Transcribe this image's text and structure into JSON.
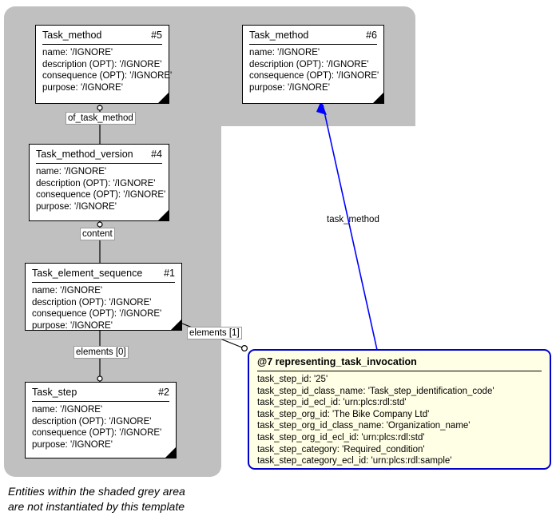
{
  "diagram": {
    "title": "Task method instantiation diagram",
    "shaded_area_color": "#c0c0c0",
    "note_fill_color": "#ffffe6",
    "note_border_color": "#0000cc",
    "arrow_color": "#0000ff",
    "caption_line1": "Entities within the shaded grey area",
    "caption_line2": "are not instantiated by this template"
  },
  "entities": [
    {
      "name": "Task_method",
      "id": "#5",
      "attrs": [
        "name: '/IGNORE'",
        "description (OPT): '/IGNORE'",
        "consequence (OPT): '/IGNORE'",
        "purpose: '/IGNORE'"
      ]
    },
    {
      "name": "Task_method",
      "id": "#6",
      "attrs": [
        "name: '/IGNORE'",
        "description (OPT): '/IGNORE'",
        "consequence (OPT): '/IGNORE'",
        "purpose: '/IGNORE'"
      ]
    },
    {
      "name": "Task_method_version",
      "id": "#4",
      "attrs": [
        "name: '/IGNORE'",
        "description (OPT): '/IGNORE'",
        "consequence (OPT): '/IGNORE'",
        "purpose: '/IGNORE'"
      ]
    },
    {
      "name": "Task_element_sequence",
      "id": "#1",
      "attrs": [
        "name: '/IGNORE'",
        "description (OPT): '/IGNORE'",
        "consequence (OPT): '/IGNORE'",
        "purpose: '/IGNORE'"
      ]
    },
    {
      "name": "Task_step",
      "id": "#2",
      "attrs": [
        "name: '/IGNORE'",
        "description (OPT): '/IGNORE'",
        "consequence (OPT): '/IGNORE'",
        "purpose: '/IGNORE'"
      ]
    }
  ],
  "note": {
    "header": "@7 representing_task_invocation",
    "attrs": [
      "task_step_id: '25'",
      "task_step_id_class_name: 'Task_step_identification_code'",
      "task_step_id_ecl_id: 'urn:plcs:rdl:std'",
      "task_step_org_id: 'The Bike Company Ltd'",
      "task_step_org_id_class_name: 'Organization_name'",
      "task_step_org_id_ecl_id: 'urn:plcs:rdl:std'",
      "task_step_category: 'Required_condition'",
      "task_step_category_ecl_id: 'urn:plcs:rdl:sample'"
    ]
  },
  "relations": [
    {
      "label": "of_task_method"
    },
    {
      "label": "content"
    },
    {
      "label": "elements [0]"
    },
    {
      "label": "elements [1]"
    },
    {
      "label": "task_method"
    }
  ]
}
